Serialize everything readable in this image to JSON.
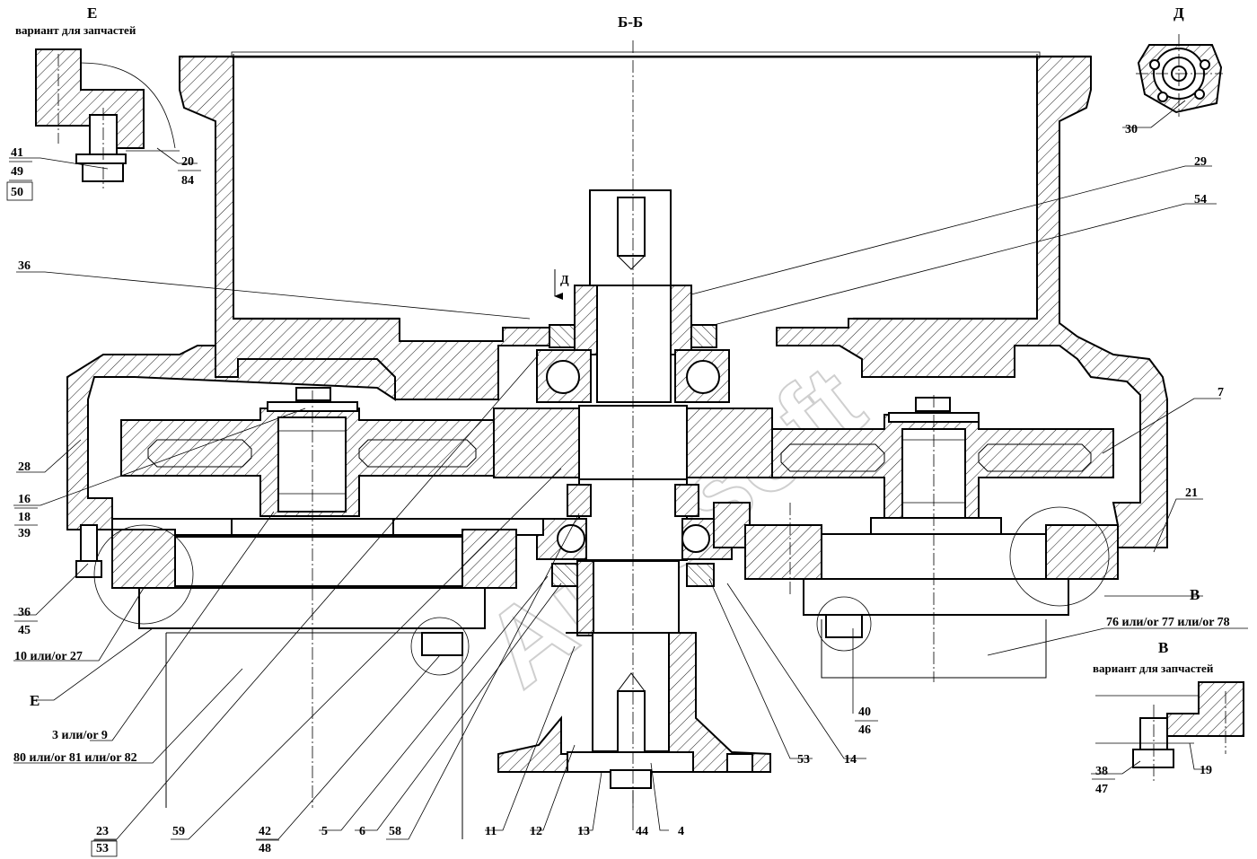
{
  "view": {
    "section_title": "Б-Б",
    "detail_e_title": "Е",
    "detail_e_note": "вариант для запчастей",
    "detail_d_title": "Д",
    "detail_v_title": "В",
    "detail_v_note": "вариант для запчастей",
    "arrow_d": "Д",
    "circle_e": "Е",
    "circle_v": "В",
    "watermark": "Autosoft"
  },
  "labels": {
    "l41": "41",
    "l49": "49",
    "l50": "50",
    "l20": "20",
    "l84": "84",
    "l30": "30",
    "l29": "29",
    "l54": "54",
    "l36a": "36",
    "l7": "7",
    "l28": "28",
    "l16": "16",
    "l18": "18",
    "l39": "39",
    "l21": "21",
    "l36b": "36",
    "l45": "45",
    "l10_27": "10 или/or 27",
    "l76_78": "76 или/or 77 или/or 78",
    "l3_9": "3 или/or 9",
    "l80_82": "80 или/or 81 или/or 82",
    "l40": "40",
    "l46": "46",
    "l38": "38",
    "l47": "47",
    "l19": "19",
    "l53a": "53",
    "l14": "14",
    "l23": "23",
    "l53b": "53",
    "l59": "59",
    "l42": "42",
    "l48": "48",
    "l5": "5",
    "l6": "6",
    "l58": "58",
    "l11": "11",
    "l12": "12",
    "l13": "13",
    "l44": "44",
    "l4": "4"
  }
}
